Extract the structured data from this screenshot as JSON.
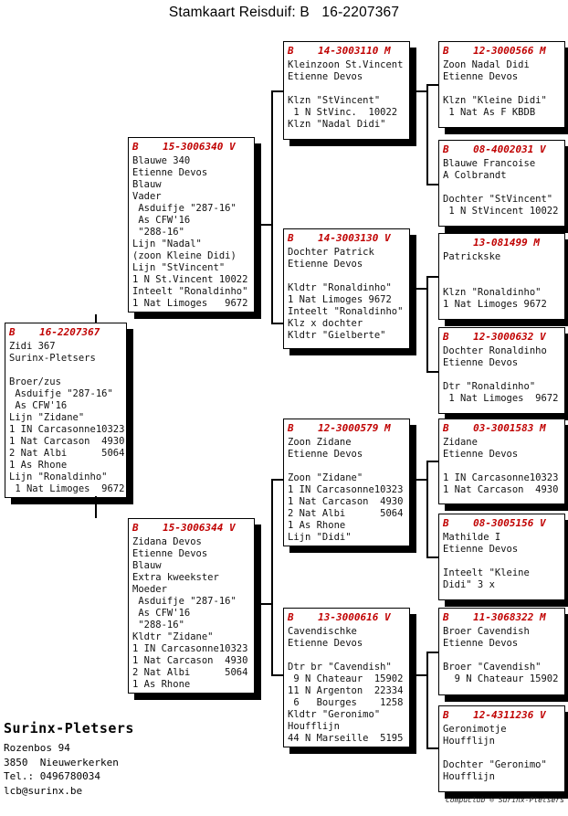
{
  "title": "Stamkaart Reisduif: B   16-2207367",
  "pedigree": {
    "boxes": [
      {
        "header": "B    16-2207367",
        "body": [
          "Zidi 367",
          "Surinx-Pletsers",
          "",
          "Broer/zus",
          " Asduifje \"287-16\"",
          " As CFW'16",
          "Lijn \"Zidane\"",
          "1 IN Carcasonne10323",
          "1 Nat Carcason  4930",
          "2 Nat Albi      5064",
          "1 As Rhone",
          "Lijn \"Ronaldinho\"",
          " 1 Nat Limoges  9672"
        ]
      },
      {
        "header": "B    15-3006340 V",
        "body": [
          "Blauwe 340",
          "Etienne Devos",
          "Blauw",
          "Vader",
          " Asduifje \"287-16\"",
          " As CFW'16",
          " \"288-16\"",
          "Lijn \"Nadal\"",
          "(zoon Kleine Didi)",
          "Lijn \"StVincent\"",
          "1 N St.Vincent 10022",
          "Inteelt \"Ronaldinho\"",
          "1 Nat Limoges   9672"
        ]
      },
      {
        "header": "B    15-3006344 V",
        "body": [
          "Zidana Devos",
          "Etienne Devos",
          "Blauw",
          "Extra kweekster",
          "Moeder",
          " Asduifje \"287-16\"",
          " As CFW'16",
          " \"288-16\"",
          "Kldtr \"Zidane\"",
          "1 IN Carcasonne10323",
          "1 Nat Carcason  4930",
          "2 Nat Albi      5064",
          "1 As Rhone"
        ]
      },
      {
        "header": "B    14-3003110 M",
        "body": [
          "Kleinzoon St.Vincent",
          "Etienne Devos",
          "",
          "Klzn \"StVincent\"",
          " 1 N StVinc.  10022",
          "Klzn \"Nadal Didi\""
        ]
      },
      {
        "header": "B    14-3003130 V",
        "body": [
          "Dochter Patrick",
          "Etienne Devos",
          "",
          "Kldtr \"Ronaldinho\"",
          "1 Nat Limoges 9672",
          "Inteelt \"Ronaldinho\"",
          "Klz x dochter",
          "Kldtr \"Gielberte\""
        ]
      },
      {
        "header": "B    12-3000579 M",
        "body": [
          "Zoon Zidane",
          "Etienne Devos",
          "",
          "Zoon \"Zidane\"",
          "1 IN Carcasonne10323",
          "1 Nat Carcason  4930",
          "2 Nat Albi      5064",
          "1 As Rhone",
          "Lijn \"Didi\""
        ]
      },
      {
        "header": "B    13-3000616 V",
        "body": [
          "Cavendischke",
          "Etienne Devos",
          "",
          "Dtr br \"Cavendish\"",
          " 9 N Chateaur  15902",
          "11 N Argenton  22334",
          " 6   Bourges    1258",
          "Kldtr \"Geronimo\"",
          "Houfflijn",
          "44 N Marseille  5195"
        ]
      },
      {
        "header": "B    12-3000566 M",
        "body": [
          "Zoon Nadal Didi",
          "Etienne Devos",
          "",
          "Klzn \"Kleine Didi\"",
          " 1 Nat As F KBDB"
        ]
      },
      {
        "header": "B    08-4002031 V",
        "body": [
          "Blauwe Francoise",
          "A Colbrandt",
          "",
          "Dochter \"StVincent\"",
          " 1 N StVincent 10022"
        ]
      },
      {
        "header": "     13-081499 M",
        "body": [
          "Patrickske",
          "",
          "",
          "Klzn \"Ronaldinho\"",
          "1 Nat Limoges 9672"
        ]
      },
      {
        "header": "B    12-3000632 V",
        "body": [
          "Dochter Ronaldinho",
          "Etienne Devos",
          "",
          "Dtr \"Ronaldinho\"",
          " 1 Nat Limoges  9672"
        ]
      },
      {
        "header": "B    03-3001583 M",
        "body": [
          "Zidane",
          "Etienne Devos",
          "",
          "1 IN Carcasonne10323",
          "1 Nat Carcason  4930"
        ]
      },
      {
        "header": "B    08-3005156 V",
        "body": [
          "Mathilde I",
          "Etienne Devos",
          "",
          "Inteelt \"Kleine",
          "Didi\" 3 x"
        ]
      },
      {
        "header": "B    11-3068322 M",
        "body": [
          "Broer Cavendish",
          "Etienne Devos",
          "",
          "Broer \"Cavendish\"",
          "  9 N Chateaur 15902"
        ]
      },
      {
        "header": "B    12-4311236 V",
        "body": [
          "Geronimotje",
          "Houfflijn",
          "",
          "Dochter \"Geronimo\"",
          "Houfflijn"
        ]
      }
    ]
  },
  "owner": {
    "name": "Surinx-Pletsers",
    "address_line1": "Rozenbos 94",
    "address_line2": "3850  Nieuwerkerken",
    "phone": "Tel.: 0496780034",
    "email": "lcb@surinx.be"
  },
  "footer": {
    "credit": "Compuclub ® Surinx-Pletsers"
  }
}
